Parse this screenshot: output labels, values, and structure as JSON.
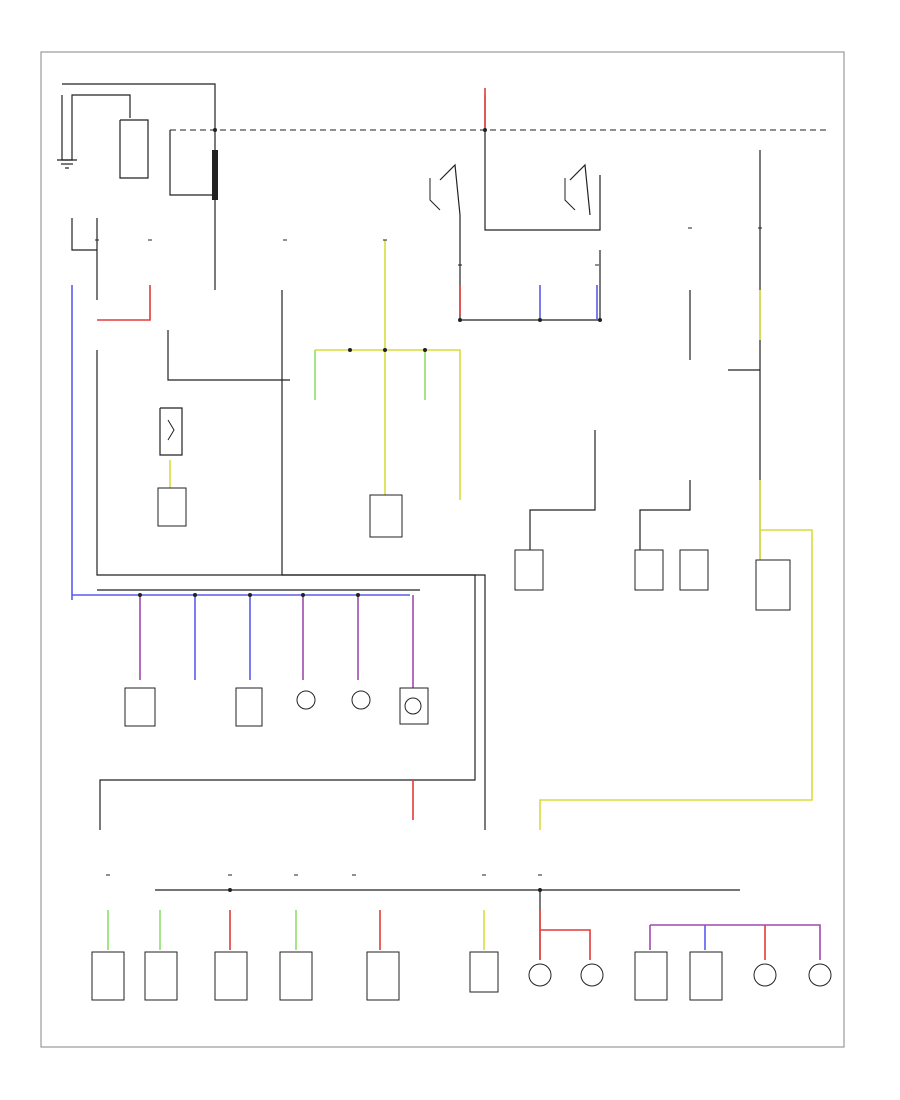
{
  "diagram": {
    "colors": {
      "black": "#222222",
      "red": "#e23a3a",
      "blue": "#5a5aee",
      "violet": "#a04ab0",
      "yellow": "#d8dc3c",
      "green": "#8adf6a",
      "frame": "#999999"
    },
    "labels": [
      {
        "id": "ignition-switch-label",
        "text": ""
      },
      {
        "id": "battery-label",
        "text": ""
      },
      {
        "id": "starter-label",
        "text": ""
      },
      {
        "id": "fusible-link-label",
        "text": ""
      },
      {
        "id": "underhood-fuse-box-label",
        "text": ""
      },
      {
        "id": "under-dash-fuse-box-label",
        "text": ""
      },
      {
        "id": "left-headlight-relay-label",
        "text": ""
      },
      {
        "id": "right-headlight-relay-label",
        "text": ""
      },
      {
        "id": "headlight-switch-label",
        "text": ""
      },
      {
        "id": "power-window-relay-label",
        "text": ""
      },
      {
        "id": "cooling-fan-relay-label",
        "text": ""
      },
      {
        "id": "horn-relay-label",
        "text": ""
      },
      {
        "id": "taillight-relay-label",
        "text": ""
      },
      {
        "id": "dimmer-switch-label",
        "text": ""
      },
      {
        "id": "ground-1",
        "text": ""
      },
      {
        "id": "combination-meter",
        "text": ""
      },
      {
        "id": "back-up-light",
        "text": ""
      },
      {
        "id": "door-lock-timer",
        "text": ""
      },
      {
        "id": "trunk-light",
        "text": ""
      },
      {
        "id": "license-light",
        "text": ""
      },
      {
        "id": "dome-light",
        "text": ""
      },
      {
        "id": "ecm-label",
        "text": ""
      },
      {
        "id": "hazard-switch",
        "text": ""
      },
      {
        "id": "horn",
        "text": ""
      },
      {
        "id": "turn-signal-unit",
        "text": ""
      },
      {
        "id": "radiator-fan",
        "text": ""
      },
      {
        "id": "fuse-box",
        "text": ""
      },
      {
        "id": "left-headlight",
        "text": ""
      },
      {
        "id": "right-headlight",
        "text": ""
      },
      {
        "id": "left-rear-marker",
        "text": ""
      },
      {
        "id": "right-rear-marker",
        "text": ""
      },
      {
        "id": "left-tail",
        "text": ""
      },
      {
        "id": "right-tail",
        "text": ""
      },
      {
        "id": "footer-code",
        "text": ""
      }
    ]
  }
}
